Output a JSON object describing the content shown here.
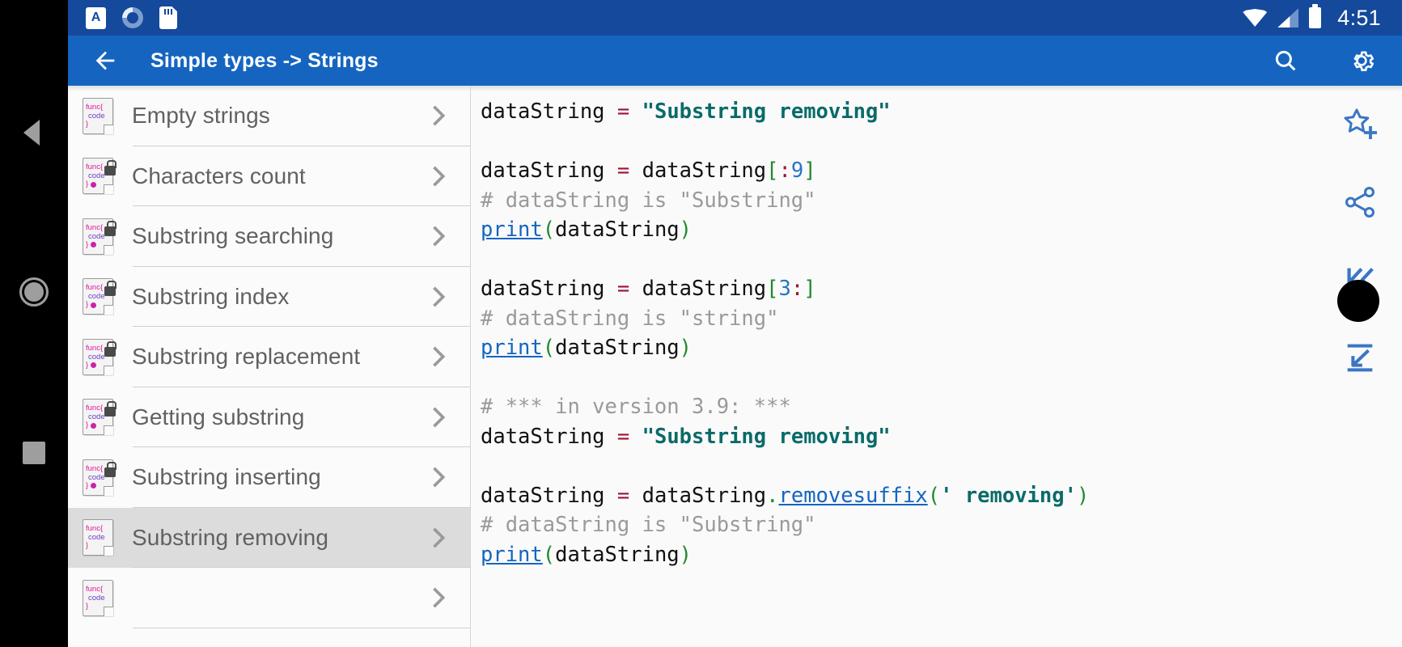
{
  "statusbar": {
    "time": "4:51",
    "icons_left": [
      "subtitles-icon",
      "sync-icon",
      "sd-card-icon"
    ],
    "icons_right": [
      "wifi-icon",
      "cellular-signal-icon",
      "battery-icon"
    ],
    "background": "#14499b"
  },
  "appbar": {
    "back_label": "back-arrow",
    "title": "Simple types -> Strings",
    "search_label": "Search",
    "settings_label": "Settings",
    "background": "#1565c0"
  },
  "list": {
    "items": [
      {
        "label": "Empty strings",
        "locked": false,
        "dot": false,
        "selected": false
      },
      {
        "label": "Characters count",
        "locked": true,
        "dot": true,
        "selected": false
      },
      {
        "label": "Substring searching",
        "locked": true,
        "dot": true,
        "selected": false
      },
      {
        "label": "Substring index",
        "locked": true,
        "dot": true,
        "selected": false
      },
      {
        "label": "Substring replacement",
        "locked": true,
        "dot": true,
        "selected": false
      },
      {
        "label": "Getting substring",
        "locked": true,
        "dot": true,
        "selected": false
      },
      {
        "label": "Substring inserting",
        "locked": true,
        "dot": true,
        "selected": false
      },
      {
        "label": "Substring removing",
        "locked": false,
        "dot": false,
        "selected": true
      },
      {
        "label": "",
        "locked": false,
        "dot": false,
        "selected": false
      }
    ],
    "icon_text": {
      "line1": "func{",
      "line2": "code",
      "line3": "}"
    }
  },
  "code": {
    "language": "python",
    "lines": [
      [
        {
          "t": "dataString ",
          "c": ""
        },
        {
          "t": "=",
          "c": "s-op"
        },
        {
          "t": " ",
          "c": ""
        },
        {
          "t": "\"Substring removing\"",
          "c": "s-str"
        }
      ],
      [
        {
          "t": "",
          "c": ""
        }
      ],
      [
        {
          "t": "dataString ",
          "c": ""
        },
        {
          "t": "=",
          "c": "s-op"
        },
        {
          "t": " dataString",
          "c": ""
        },
        {
          "t": "[",
          "c": "s-brk"
        },
        {
          "t": ":",
          "c": "s-op"
        },
        {
          "t": "9",
          "c": "s-num"
        },
        {
          "t": "]",
          "c": "s-brk"
        }
      ],
      [
        {
          "t": "# dataString is \"Substring\"",
          "c": "s-cmt"
        }
      ],
      [
        {
          "t": "print",
          "c": "s-fn"
        },
        {
          "t": "(",
          "c": "s-brk"
        },
        {
          "t": "dataString",
          "c": ""
        },
        {
          "t": ")",
          "c": "s-brk"
        }
      ],
      [
        {
          "t": "",
          "c": ""
        }
      ],
      [
        {
          "t": "dataString ",
          "c": ""
        },
        {
          "t": "=",
          "c": "s-op"
        },
        {
          "t": " dataString",
          "c": ""
        },
        {
          "t": "[",
          "c": "s-brk"
        },
        {
          "t": "3",
          "c": "s-num"
        },
        {
          "t": ":",
          "c": "s-op"
        },
        {
          "t": "]",
          "c": "s-brk"
        }
      ],
      [
        {
          "t": "# dataString is \"string\"",
          "c": "s-cmt"
        }
      ],
      [
        {
          "t": "print",
          "c": "s-fn"
        },
        {
          "t": "(",
          "c": "s-brk"
        },
        {
          "t": "dataString",
          "c": ""
        },
        {
          "t": ")",
          "c": "s-brk"
        }
      ],
      [
        {
          "t": "",
          "c": ""
        }
      ],
      [
        {
          "t": "# *** in version 3.9: ***",
          "c": "s-cmt"
        }
      ],
      [
        {
          "t": "dataString ",
          "c": ""
        },
        {
          "t": "=",
          "c": "s-op"
        },
        {
          "t": " ",
          "c": ""
        },
        {
          "t": "\"Substring removing\"",
          "c": "s-str"
        }
      ],
      [
        {
          "t": "",
          "c": ""
        }
      ],
      [
        {
          "t": "dataString ",
          "c": ""
        },
        {
          "t": "=",
          "c": "s-op"
        },
        {
          "t": " dataString",
          "c": ""
        },
        {
          "t": ".",
          "c": "s-brk"
        },
        {
          "t": "removesuffix",
          "c": "s-fn"
        },
        {
          "t": "(",
          "c": "s-brk"
        },
        {
          "t": "' removing'",
          "c": "s-str"
        },
        {
          "t": ")",
          "c": "s-brk"
        }
      ],
      [
        {
          "t": "# dataString is \"Substring\"",
          "c": "s-cmt"
        }
      ],
      [
        {
          "t": "print",
          "c": "s-fn"
        },
        {
          "t": "(",
          "c": "s-brk"
        },
        {
          "t": "dataString",
          "c": ""
        },
        {
          "t": ")",
          "c": "s-brk"
        }
      ]
    ]
  },
  "rail": {
    "items": [
      {
        "name": "add-to-favorites-icon",
        "label": "Add to favorites"
      },
      {
        "name": "share-icon",
        "label": "Share"
      },
      {
        "name": "skip-to-start-icon",
        "label": "Go to first"
      },
      {
        "name": "collapse-down-icon",
        "label": "Collapse"
      }
    ],
    "accent": "#3a76c4"
  },
  "navrail": {
    "items": [
      {
        "name": "android-back-button",
        "label": "Back"
      },
      {
        "name": "android-home-button",
        "label": "Home"
      },
      {
        "name": "android-recents-button",
        "label": "Recents"
      }
    ]
  }
}
